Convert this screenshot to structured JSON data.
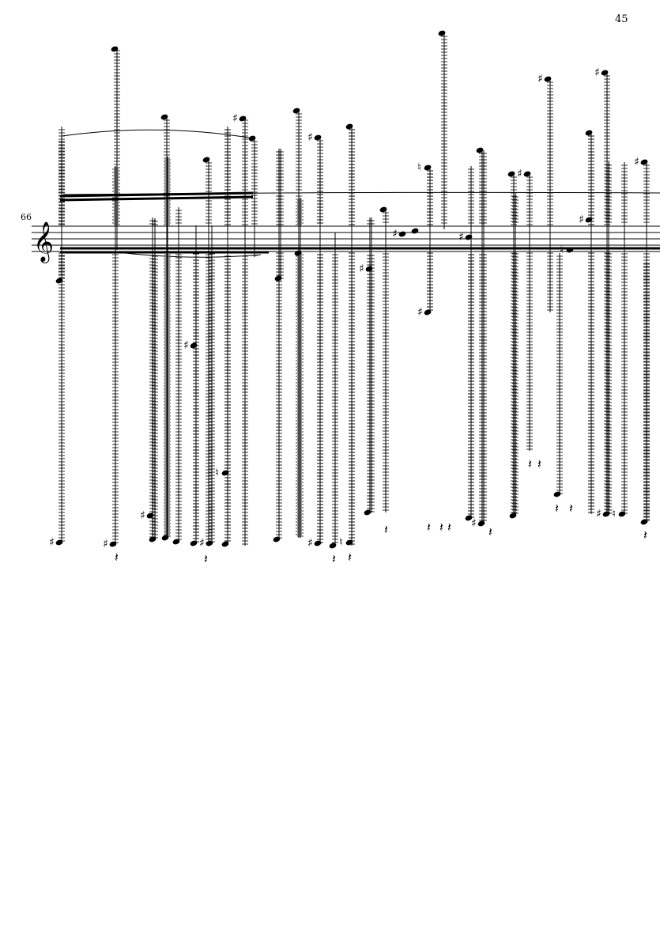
{
  "page": {
    "page_number": "45",
    "measure_number": "66",
    "clef": "treble",
    "accidental_sharp": "♯",
    "accidental_natural": "♮",
    "colors": {
      "ink": "#000000",
      "paper": "#ffffff"
    }
  }
}
